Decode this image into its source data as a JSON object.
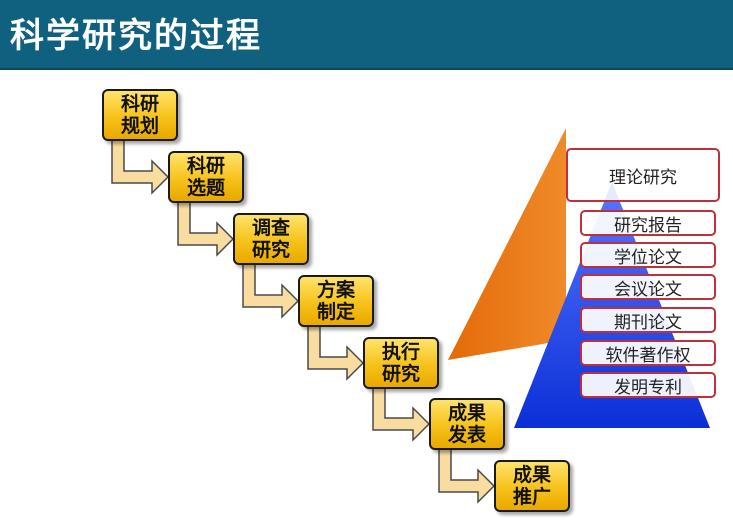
{
  "title": "科学研究的过程",
  "steps": [
    {
      "label": "科研规划"
    },
    {
      "label": "科研选题"
    },
    {
      "label": "调查研究"
    },
    {
      "label": "方案制定"
    },
    {
      "label": "执行研究"
    },
    {
      "label": "成果发表"
    },
    {
      "label": "成果推广"
    }
  ],
  "outputs": [
    {
      "label": "理论研究"
    },
    {
      "label": "研究报告"
    },
    {
      "label": "学位论文"
    },
    {
      "label": "会议论文"
    },
    {
      "label": "期刊论文"
    },
    {
      "label": "软件著作权"
    },
    {
      "label": "发明专利"
    }
  ],
  "colors": {
    "header": "#10607f",
    "step_fill": "#f6c21a",
    "arrow_fill": "#f8dca0",
    "orange_triangle": "#e66f0c",
    "blue_triangle": "#0a2fd6",
    "output_border": "#c0303c"
  }
}
